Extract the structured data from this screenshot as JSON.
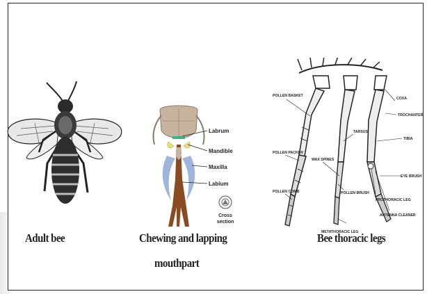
{
  "figure": {
    "captions": {
      "adult_bee": "Adult bee",
      "mouthpart_line1": "Chewing and lapping",
      "mouthpart_line2": "mouthpart",
      "thoracic_legs": "Bee thoracic legs"
    },
    "mouthpart_labels": {
      "labrum": "Labrum",
      "mandible": "Mandible",
      "maxilla": "Maxilla",
      "labium": "Labium",
      "cross_section_1": "Cross",
      "cross_section_2": "section"
    },
    "leg_labels": {
      "pollen_basket": "POLLEN BASKET",
      "pollen_packer": "POLLEN PACKER",
      "pollen_comb": "POLLEN COMB",
      "wax_spines": "WAX SPINES",
      "pollen_brush": "POLLEN BRUSH",
      "metathoracic_leg": "METATHORACIC LEG",
      "tarsus": "TARSUS",
      "coxa": "COXA",
      "trochanter": "TROCHANTER",
      "tibia": "TIBIA",
      "eye_brush": "EYE BRUSH",
      "prothoracic_leg": "PROTHORACIC LEG",
      "antenna_cleaner": "ANTENNA CLEANER"
    },
    "colors": {
      "head": "#c8b49e",
      "mandible": "#e8e07a",
      "maxilla": "#8fa8d6",
      "labium": "#8a4a22",
      "labrum_band": "#3fb08a"
    }
  }
}
